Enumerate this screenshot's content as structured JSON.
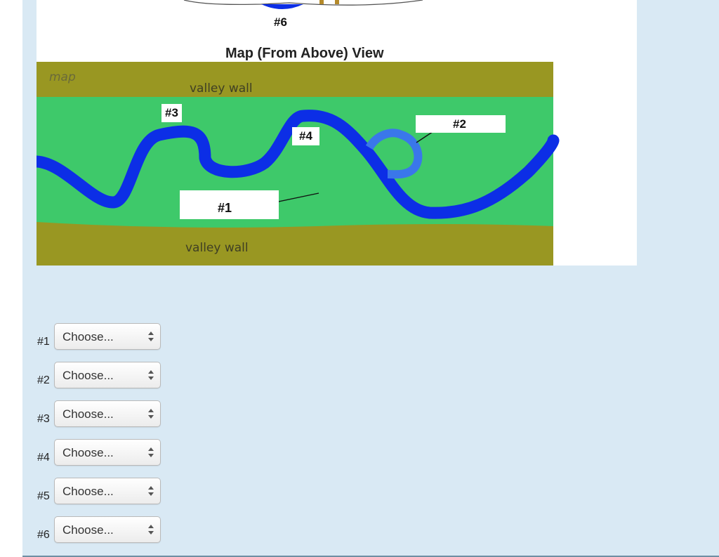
{
  "figure": {
    "top_label": "#6",
    "title": "Map (From Above) View",
    "corner_label": "map",
    "wall_top": "valley wall",
    "wall_bottom": "valley wall",
    "tags": {
      "t1": "#1",
      "t2": "#2",
      "t3": "#3",
      "t4": "#4"
    },
    "colors": {
      "valley_wall": "#999722",
      "floodplain": "#3ec96a",
      "river": "#0c2ee6",
      "oxbow": "#3a77ea"
    }
  },
  "questions": [
    {
      "label": "#1",
      "selected": "Choose..."
    },
    {
      "label": "#2",
      "selected": "Choose..."
    },
    {
      "label": "#3",
      "selected": "Choose..."
    },
    {
      "label": "#4",
      "selected": "Choose..."
    },
    {
      "label": "#5",
      "selected": "Choose..."
    },
    {
      "label": "#6",
      "selected": "Choose..."
    }
  ]
}
